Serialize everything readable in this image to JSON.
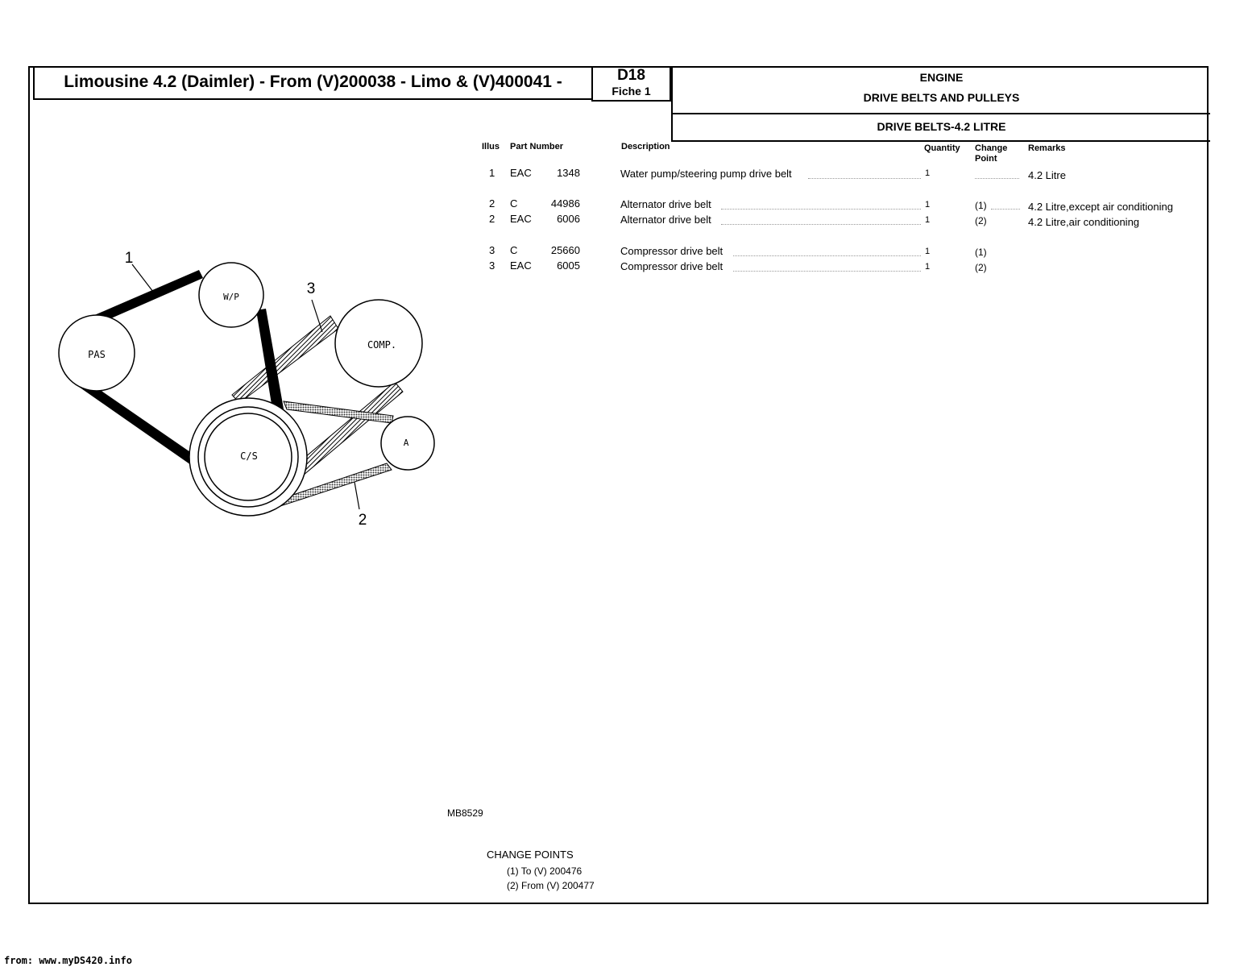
{
  "header": {
    "title": "Limousine 4.2 (Daimler) - From (V)200038 - Limo & (V)400041 -",
    "fiche_code": "D18",
    "fiche_label": "Fiche 1",
    "section": "ENGINE",
    "subsection": "DRIVE BELTS AND PULLEYS",
    "group": "DRIVE BELTS-4.2 LITRE"
  },
  "columns": {
    "illus": "Illus",
    "part_number": "Part Number",
    "description": "Description",
    "quantity": "Quantity",
    "change_point": "Change Point",
    "remarks": "Remarks"
  },
  "parts": [
    {
      "illus": "1",
      "prefix": "EAC",
      "number": "1348",
      "description": "Water pump/steering pump drive belt",
      "quantity": "1",
      "change_point": "",
      "remarks": "4.2 Litre"
    },
    {
      "illus": "2",
      "prefix": "C",
      "number": "44986",
      "description": "Alternator drive belt",
      "quantity": "1",
      "change_point": "(1)",
      "remarks": "4.2 Litre,except air conditioning"
    },
    {
      "illus": "2",
      "prefix": "EAC",
      "number": "6006",
      "description": "Alternator drive belt",
      "quantity": "1",
      "change_point": "(2)",
      "remarks": "4.2 Litre,air conditioning"
    },
    {
      "illus": "3",
      "prefix": "C",
      "number": "25660",
      "description": "Compressor drive belt",
      "quantity": "1",
      "change_point": "(1)",
      "remarks": ""
    },
    {
      "illus": "3",
      "prefix": "EAC",
      "number": "6005",
      "description": "Compressor drive belt",
      "quantity": "1",
      "change_point": "(2)",
      "remarks": ""
    }
  ],
  "diagram": {
    "pulleys": {
      "pas": "PAS",
      "wp": "W/P",
      "comp": "COMP.",
      "cs": "C/S",
      "alt": "A"
    },
    "callouts": {
      "one": "1",
      "two": "2",
      "three": "3"
    }
  },
  "figure_ref": "MB8529",
  "change_points": {
    "title": "CHANGE POINTS",
    "items": [
      "(1) To (V) 200476",
      "(2) From (V) 200477"
    ]
  },
  "footer": "from: www.myDS420.info"
}
